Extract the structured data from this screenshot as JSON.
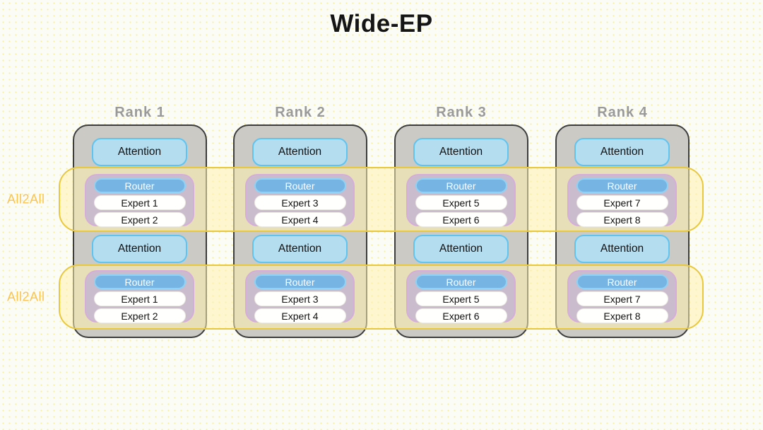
{
  "title": "Wide-EP",
  "bands": [
    {
      "label": "All2All"
    },
    {
      "label": "All2All"
    }
  ],
  "ranks": [
    {
      "label": "Rank 1",
      "blocks": [
        {
          "attention": "Attention",
          "router": "Router",
          "experts": [
            "Expert 1",
            "Expert 2"
          ]
        },
        {
          "attention": "Attention",
          "router": "Router",
          "experts": [
            "Expert 1",
            "Expert 2"
          ]
        }
      ]
    },
    {
      "label": "Rank 2",
      "blocks": [
        {
          "attention": "Attention",
          "router": "Router",
          "experts": [
            "Expert 3",
            "Expert 4"
          ]
        },
        {
          "attention": "Attention",
          "router": "Router",
          "experts": [
            "Expert 3",
            "Expert 4"
          ]
        }
      ]
    },
    {
      "label": "Rank 3",
      "blocks": [
        {
          "attention": "Attention",
          "router": "Router",
          "experts": [
            "Expert 5",
            "Expert 6"
          ]
        },
        {
          "attention": "Attention",
          "router": "Router",
          "experts": [
            "Expert 5",
            "Expert 6"
          ]
        }
      ]
    },
    {
      "label": "Rank 4",
      "blocks": [
        {
          "attention": "Attention",
          "router": "Router",
          "experts": [
            "Expert 7",
            "Expert 8"
          ]
        },
        {
          "attention": "Attention",
          "router": "Router",
          "experts": [
            "Expert 7",
            "Expert 8"
          ]
        }
      ]
    }
  ],
  "colors": {
    "band_border": "#e9c83d",
    "band_fill": "#fdf0af",
    "band_label": "#fbc44f",
    "rank_fill": "#cbcac4",
    "rank_border": "#3d3d3d",
    "rank_label": "#9a9a9a",
    "attention_fill": "#b5ddf0",
    "attention_border": "#5ec4f2",
    "moe_fill": "#c6b6d0",
    "moe_border": "#d5acdb",
    "router_fill": "#76b4e4",
    "router_border": "#8ed2f4",
    "expert_fill": "#ffffff",
    "title_color": "#151515"
  }
}
